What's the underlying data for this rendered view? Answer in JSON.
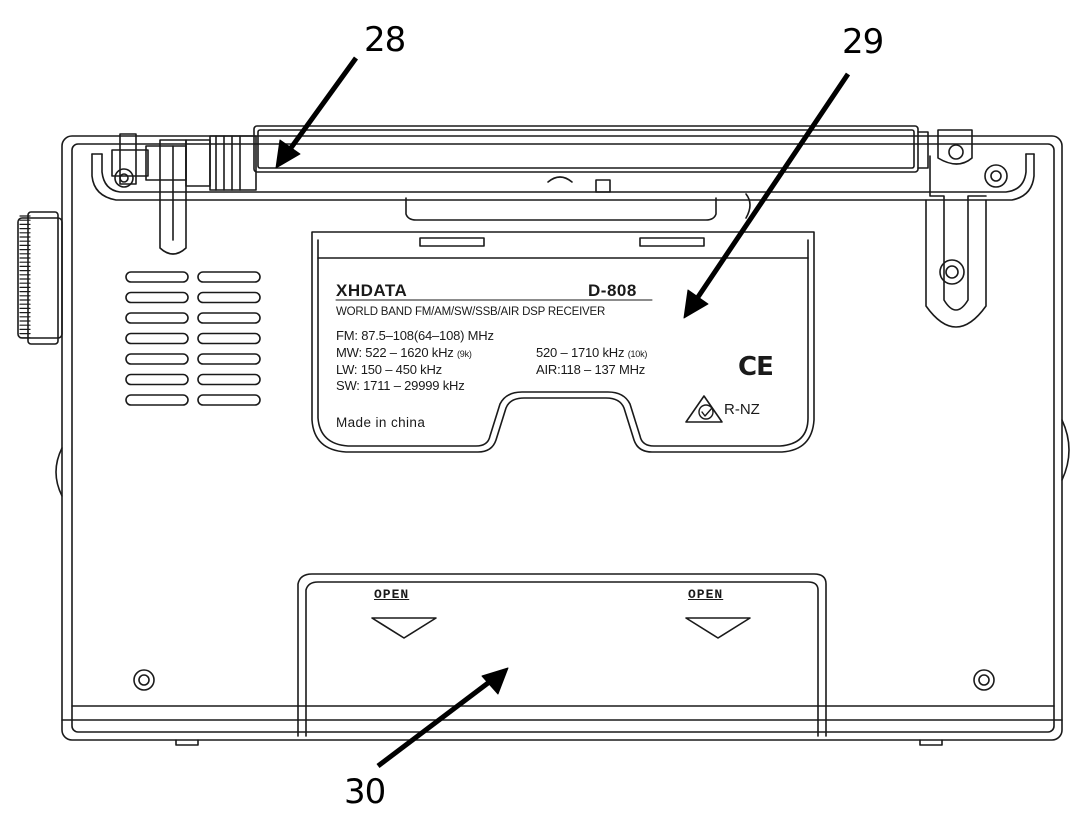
{
  "callouts": [
    {
      "id": "28",
      "label": "28"
    },
    {
      "id": "29",
      "label": "29"
    },
    {
      "id": "30",
      "label": "30"
    }
  ],
  "label_plate": {
    "brand": "XHDATA",
    "model": "D-808",
    "subtitle": "WORLD BAND FM/AM/SW/SSB/AIR DSP RECEIVER",
    "fm": "FM:  87.5–108(64–108) MHz",
    "mw_label": "MW:  522 – 1620 kHz",
    "mw_note": "(9k)",
    "mw2_label": "520 – 1710 kHz",
    "mw2_note": "(10k)",
    "lw": "LW:  150 – 450 kHz",
    "air": "AIR:118 – 137 MHz",
    "sw": "SW:  1711 – 29999 kHz",
    "made_in": "Made in china",
    "ce_mark": "CE",
    "rcm_text": "R-NZ"
  },
  "battery_cover": {
    "open_left": "OPEN",
    "open_right": "OPEN"
  }
}
